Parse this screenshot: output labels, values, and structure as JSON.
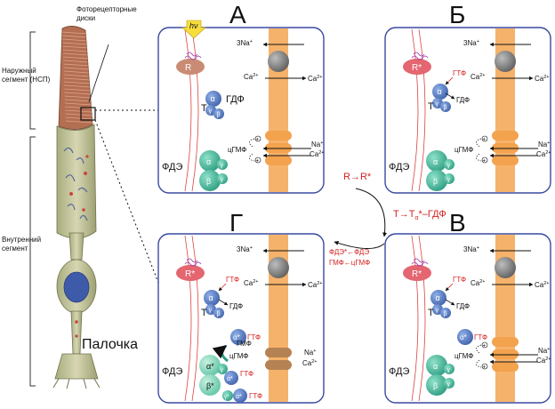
{
  "left": {
    "photoreceptor_disks": "Фоторецепторные\nдиски",
    "outer_segment": "Наружный\nсегмент (НСП)",
    "inner_segment": "Внутренний\nсегмент",
    "cell_name": "Палочка"
  },
  "panels": {
    "A": {
      "letter": "А",
      "R": "R",
      "T": "T",
      "GDP": "ГДФ",
      "PDE": "ФДЭ",
      "hv": "hν"
    },
    "B": {
      "letter": "Б",
      "R": "R*",
      "T": "T",
      "GTP": "ГТФ",
      "GDP": "ГДФ",
      "PDE": "ФДЭ"
    },
    "V": {
      "letter": "В",
      "R": "R*",
      "T": "T",
      "GTP1": "ГТФ",
      "GDP": "ГДФ",
      "GTP2": "ГТФ",
      "PDE": "ФДЭ"
    },
    "G": {
      "letter": "Г",
      "R": "R*",
      "T": "T",
      "GTP1": "ГТФ",
      "GDP": "ГДФ",
      "GTP2": "ГТФ",
      "GMP": "ГМФ",
      "cGMP": "цГМФ",
      "GTP3": "ГТФ",
      "GTP4": "ГТФ",
      "PDE": "ФДЭ"
    }
  },
  "ions": {
    "na3": "3Na",
    "ca": "Ca",
    "na": "Na",
    "cgmp": "цГМФ",
    "plus": "+",
    "plus2": "2+"
  },
  "subunits": {
    "alpha": "α",
    "beta": "β",
    "gamma": "γ",
    "alpha_star": "α*",
    "beta_star": "β*",
    "gamma_star": "γ*"
  },
  "cycle": {
    "step1": "R→R*",
    "step2": "T→T",
    "step2_sub": "α",
    "step2_tail": "*–ГДФ",
    "step3": "ФДЭ*←ФДЭ",
    "step4": "ГМФ←цГМФ"
  },
  "colors": {
    "panel_border": "#3a4aa0",
    "membrane": "#f5b26b",
    "rhodopsin": "#c98b74",
    "rhodopsin_active": "#e36670",
    "transducin": "#4c6fb8",
    "pde": "#3fb49d",
    "channel_open": "#f3a24e",
    "channel_closed": "#b58353",
    "exchanger": "#7d7d7d",
    "light_arrow": "#f7de3c"
  }
}
